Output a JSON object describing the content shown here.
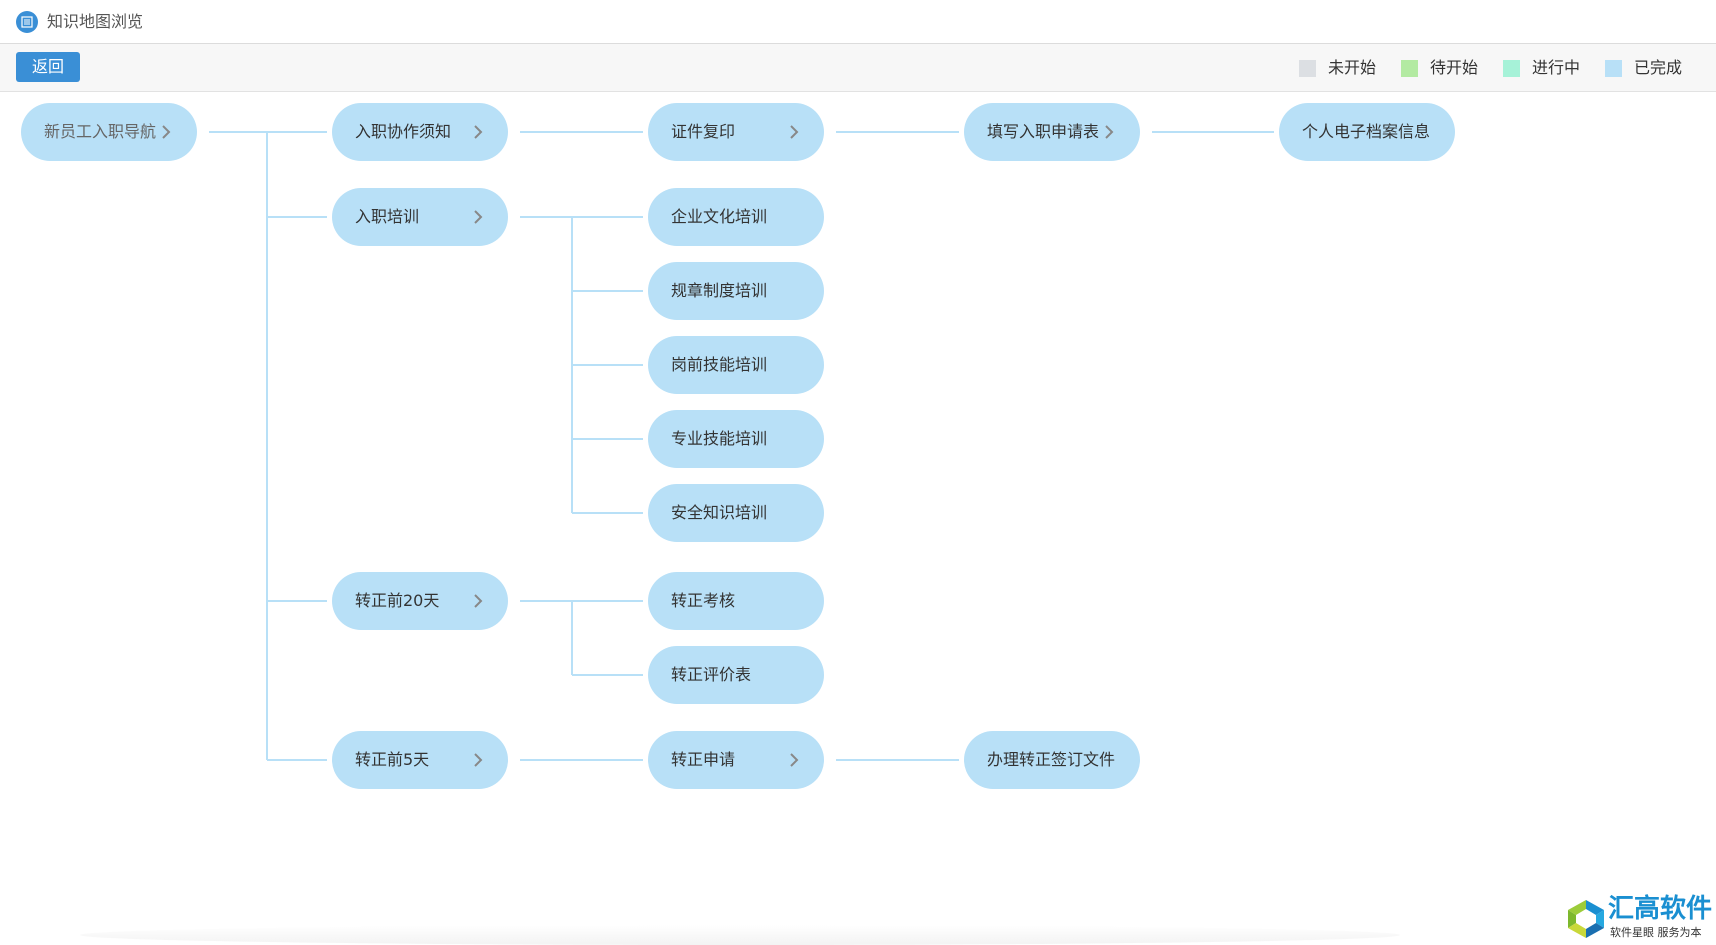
{
  "window": {
    "title": "知识地图浏览",
    "icon": "map-list-icon"
  },
  "toolbar": {
    "back_label": "返回"
  },
  "legend": [
    {
      "label": "未开始",
      "color": "#dcdfe3"
    },
    {
      "label": "待开始",
      "color": "#b3eaa2"
    },
    {
      "label": "进行中",
      "color": "#a6f2d8"
    },
    {
      "label": "已完成",
      "color": "#b8e0f7"
    }
  ],
  "colors": {
    "node_done": "#b8e0f7",
    "link": "#b8e0f7",
    "accent": "#3a8fd6"
  },
  "tree": {
    "root": {
      "label": "新员工入职导航",
      "has_children": true
    },
    "branches": [
      {
        "label": "入职协作须知",
        "has_children": true,
        "children": [
          {
            "label": "证件复印",
            "has_children": true,
            "children": [
              {
                "label": "填写入职申请表",
                "has_children": true,
                "children": [
                  {
                    "label": "个人电子档案信息",
                    "has_children": false
                  }
                ]
              }
            ]
          }
        ]
      },
      {
        "label": "入职培训",
        "has_children": true,
        "children": [
          {
            "label": "企业文化培训",
            "has_children": false
          },
          {
            "label": "规章制度培训",
            "has_children": false
          },
          {
            "label": "岗前技能培训",
            "has_children": false
          },
          {
            "label": "专业技能培训",
            "has_children": false
          },
          {
            "label": "安全知识培训",
            "has_children": false
          }
        ]
      },
      {
        "label": "转正前20天",
        "has_children": true,
        "children": [
          {
            "label": "转正考核",
            "has_children": false
          },
          {
            "label": "转正评价表",
            "has_children": false
          }
        ]
      },
      {
        "label": "转正前5天",
        "has_children": true,
        "children": [
          {
            "label": "转正申请",
            "has_children": true,
            "children": [
              {
                "label": "办理转正签订文件",
                "has_children": false
              }
            ]
          }
        ]
      }
    ]
  },
  "watermark": {
    "brand": "汇高软件",
    "slogan": "软件星眼  服务为本"
  }
}
